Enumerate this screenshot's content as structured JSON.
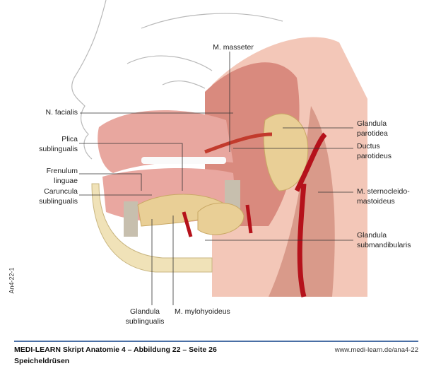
{
  "labels": {
    "masseter": "M. masseter",
    "facialis": "N. facialis",
    "plica": [
      "Plica",
      "sublingualis"
    ],
    "frenulum": [
      "Frenulum",
      "linguae"
    ],
    "caruncula": [
      "Caruncula",
      "sublingualis"
    ],
    "parotidea": [
      "Glandula",
      "parotidea"
    ],
    "ductus": [
      "Ductus",
      "parotideus"
    ],
    "sterno": [
      "M. sternocleido-",
      "mastoideus"
    ],
    "submandibularis": [
      "Glandula",
      "submandibularis"
    ],
    "sublingualis": [
      "Glandula",
      "sublingualis"
    ],
    "mylohyoideus": "M. mylohyoideus"
  },
  "side_code": "An4-22-1",
  "footer": {
    "title": "MEDI-LEARN Skript Anatomie 4 – Abbildung 22 – Seite 26",
    "subtitle": "Speicheldrüsen",
    "url": "www.medi-learn.de/ana4-22"
  },
  "colors": {
    "rule": "#4a6fa5",
    "muscle": "#d98a7e",
    "gland": "#e9cf96",
    "artery": "#b5121b"
  }
}
